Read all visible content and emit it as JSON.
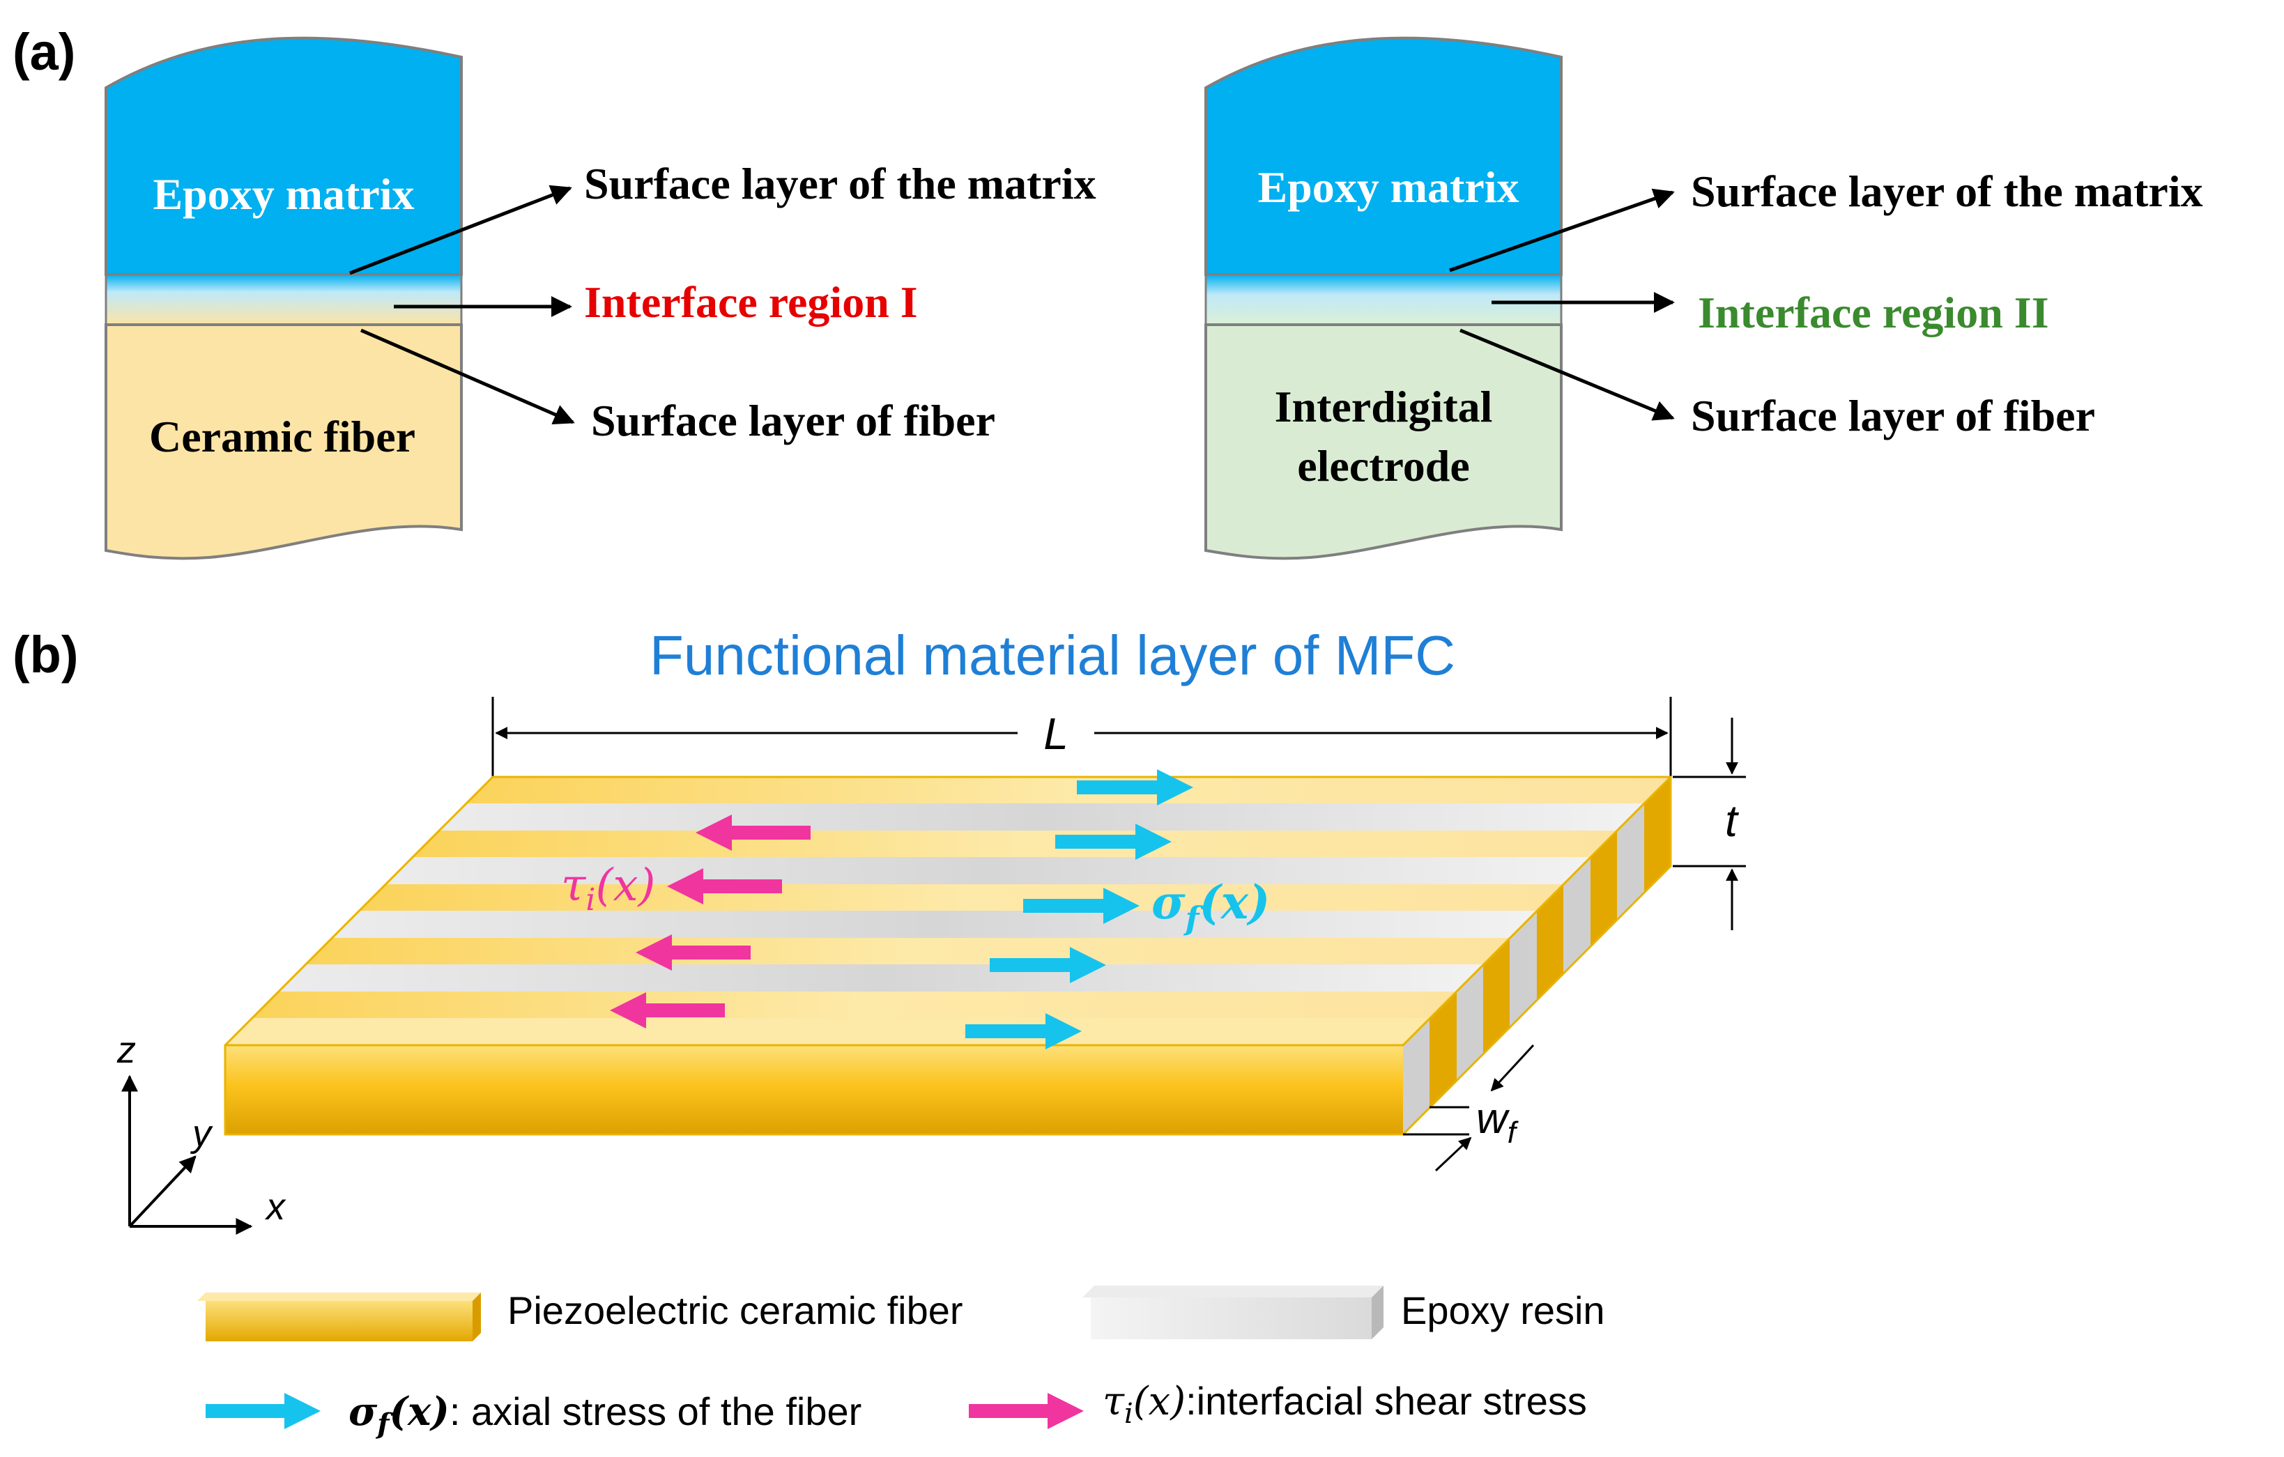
{
  "panel_a": {
    "label": "(a)",
    "left": {
      "matrix_label": "Epoxy matrix",
      "fiber_label": "Ceramic fiber",
      "callout_surface_matrix": "Surface layer of the matrix",
      "callout_interface": "Interface region I",
      "callout_surface_fiber": "Surface layer of fiber"
    },
    "right": {
      "matrix_label": "Epoxy matrix",
      "electrode_label_line1": "Interdigital",
      "electrode_label_line2": "electrode",
      "callout_surface_matrix": "Surface layer of the matrix",
      "callout_interface": "Interface region II",
      "callout_surface_fiber": "Surface layer of fiber"
    },
    "colors": {
      "epoxy": "#00b0f0",
      "ceramic": "#fce4a6",
      "electrode": "#d9ecd3",
      "interface_I": "#e60000",
      "interface_II": "#3a8a2e"
    }
  },
  "panel_b": {
    "label": "(b)",
    "title": "Functional material layer of MFC",
    "dim_length": "L",
    "dim_thickness": "t",
    "dim_width_main": "w",
    "dim_width_sub": "f",
    "axis_z": "z",
    "axis_y": "y",
    "axis_x": "x",
    "tau_main": "τ",
    "tau_sub": "i",
    "tau_arg": "(x)",
    "sigma_main": "σ",
    "sigma_sub": "f",
    "sigma_arg": "(x)",
    "colors": {
      "title": "#1f7fd6",
      "sigma_arrow": "#16c3ec",
      "tau_arrow": "#f0359f",
      "fiber": "#fcc31d",
      "resin": "#e0e0e0"
    }
  },
  "legend": {
    "fiber_label": "Piezoelectric ceramic fiber",
    "resin_label": "Epoxy resin",
    "sigma_desc": ": axial stress of the fiber",
    "tau_desc": ":interfacial shear stress"
  }
}
